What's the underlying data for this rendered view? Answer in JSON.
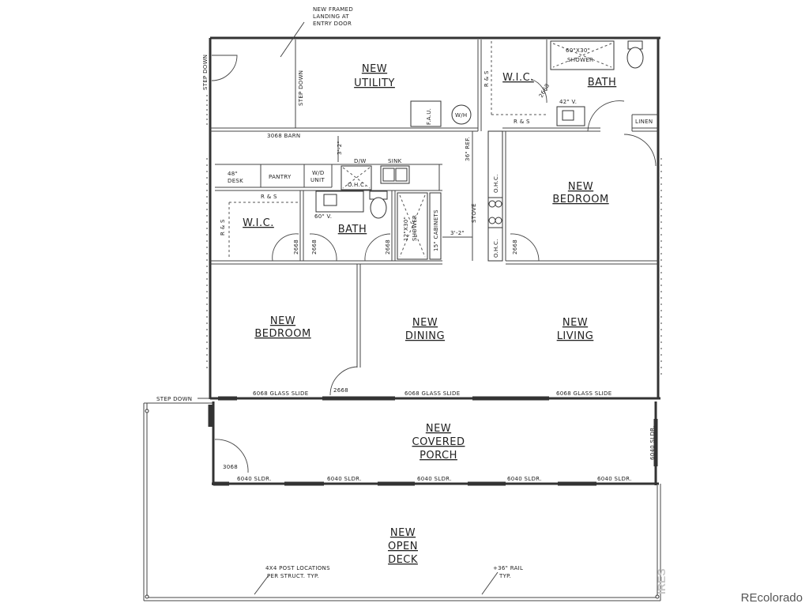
{
  "rooms": {
    "utility": [
      "NEW",
      "UTILITY"
    ],
    "bath_top": "BATH",
    "wic_top": "W.I.C.",
    "bedroom_right": [
      "NEW",
      "BEDROOM"
    ],
    "wic_left": "W.I.C.",
    "bath_mid": "BATH",
    "bedroom_left": [
      "NEW",
      "BEDROOM"
    ],
    "dining": [
      "NEW",
      "DINING"
    ],
    "living": [
      "NEW",
      "LIVING"
    ],
    "porch": [
      "NEW",
      "COVERED",
      "PORCH"
    ],
    "deck": [
      "NEW",
      "OPEN",
      "DECK"
    ]
  },
  "notes": {
    "landing": [
      "NEW FRAMED",
      "LANDING AT",
      "ENTRY DOOR"
    ],
    "step_down_left": "STEP DOWN",
    "step_down_utility": "STEP DOWN",
    "step_down_deck": "STEP DOWN",
    "barn": "3068 BARN",
    "fau": "F.A.U.",
    "wh": "W/H",
    "shower_top": [
      "60\"X30\"",
      "SHOWER"
    ],
    "vanity_42": "42\" V.",
    "linen": "LINEN",
    "rs_top_vert": "R & S",
    "rs_top_horiz": "R & S",
    "door_2668_wic_top": "2668",
    "ref": "36\" REF.",
    "dim_3_2_top": "3'-2\"",
    "dw": "D/W",
    "sink": "SINK",
    "ohc_kitchen": "O.H.C.",
    "desk": [
      "48\"",
      "DESK"
    ],
    "pantry": "PANTRY",
    "wd": [
      "W/D",
      "UNIT"
    ],
    "rs_mid": "R & S",
    "rs_mid_vert": "R & S",
    "vanity_60": "60\" V.",
    "shower_mid": [
      "12\"X30\"",
      "SHOWER"
    ],
    "cabinets": "15\" CABINETS",
    "dim_3_2_mid": "3'-2\"",
    "stove": "STOVE",
    "ohc_right_top": "O.H.C.",
    "ohc_right_bot": "O.H.C.",
    "door_2668_a": "2668",
    "door_2668_b": "2668",
    "door_2668_c": "2668",
    "door_2668_d": "2668",
    "door_2668_dining": "2668",
    "glass_slide_1": "6068 GLASS SLIDE",
    "glass_slide_2": "6068 GLASS SLIDE",
    "glass_slide_3": "6068 GLASS SLIDE",
    "porch_door": "3068",
    "sldr_1": "6040 SLDR.",
    "sldr_2": "6040 SLDR.",
    "sldr_3": "6040 SLDR.",
    "sldr_4": "6040 SLDR.",
    "sldr_5": "6040 SLDR.",
    "sldr_right": "6040 SLDR.",
    "posts": [
      "4X4 POST LOCATIONS",
      "PER STRUCT. TYP."
    ],
    "rail": [
      "+36\" RAIL",
      "TYP."
    ]
  },
  "watermark": "REcolorado",
  "side_mark": "IRES"
}
